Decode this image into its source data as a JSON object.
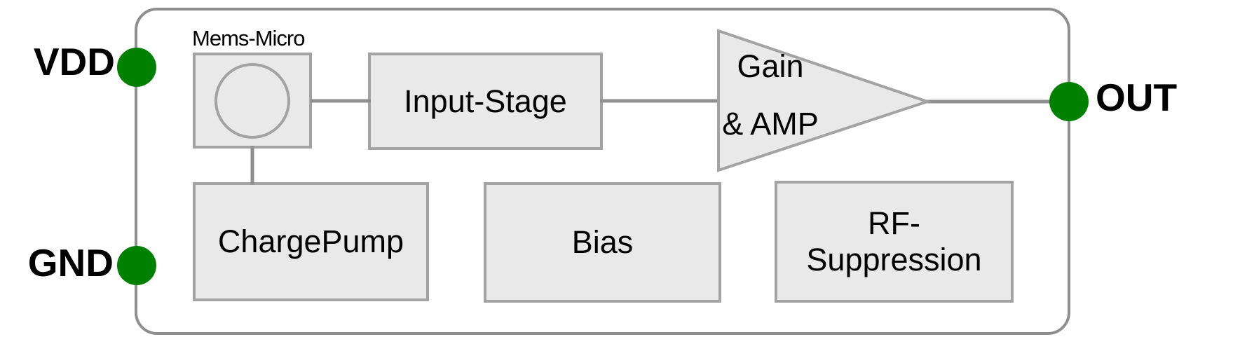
{
  "diagram": {
    "title_context": "microphone ASIC block diagram",
    "pins": {
      "vdd": {
        "label": "VDD"
      },
      "gnd": {
        "label": "GND"
      },
      "out": {
        "label": "OUT"
      }
    },
    "blocks": {
      "mems": {
        "label": "Mems-Micro"
      },
      "input_stage": {
        "label": "Input-Stage"
      },
      "amplifier": {
        "line1": "Gain",
        "line2": "& AMP"
      },
      "charge_pump": {
        "label": "ChargePump"
      },
      "bias": {
        "label": "Bias"
      },
      "rf_suppression": {
        "line1": "RF-",
        "line2": "Suppression"
      }
    },
    "colors": {
      "pin_green": "#008000",
      "block_fill": "#e9e9e9",
      "block_border": "#a3a3a3",
      "wire_gray": "#8f8f8f",
      "text_black": "#000000",
      "background": "#ffffff"
    }
  }
}
